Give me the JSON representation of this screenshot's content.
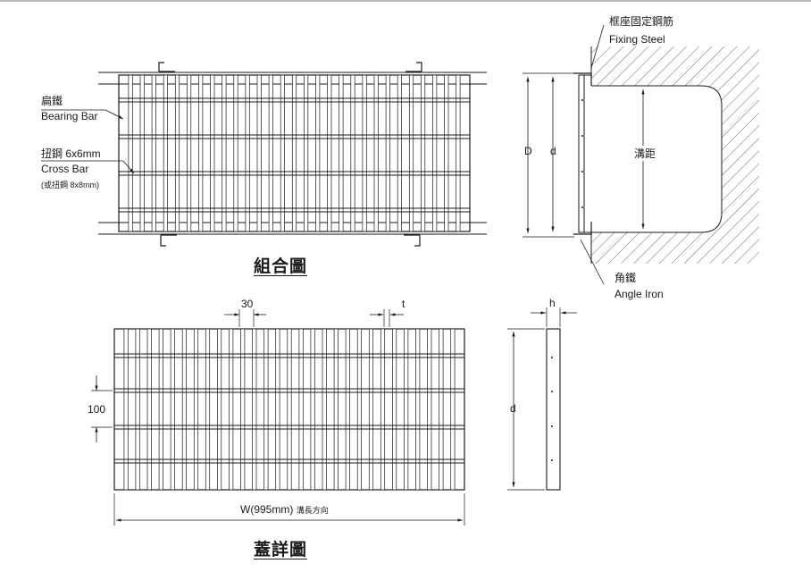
{
  "assembly": {
    "title": "組合圖",
    "bearing_bar": {
      "cn": "扁鐵",
      "en": "Bearing Bar"
    },
    "cross_bar": {
      "cn": "扭鋼 6x6mm",
      "en": "Cross Bar",
      "note": "(或扭鋼 8x8mm)"
    },
    "fixing_steel": {
      "cn": "框座固定鋼筋",
      "en": "Fixing Steel"
    },
    "angle_iron": {
      "cn": "角鐵",
      "en": "Angle Iron"
    },
    "dim_D": "D",
    "dim_d": "d",
    "trench_width": "溝距"
  },
  "cover": {
    "title": "蓋詳圖",
    "dim_30": "30",
    "dim_t": "t",
    "dim_100": "100",
    "dim_h": "h",
    "dim_d": "d",
    "width_label": "W(995mm)",
    "width_note": "溝長方向"
  }
}
